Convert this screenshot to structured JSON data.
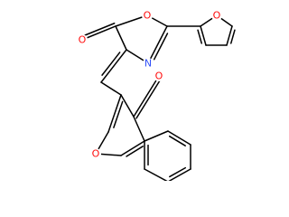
{
  "molecule": {
    "colors": {
      "bond": "#000000",
      "oxygen": "#ff0d0d",
      "nitrogen": "#3050f8",
      "background": "#ffffff"
    },
    "atom_labels": [
      {
        "id": "o-furan",
        "symbol": "O"
      },
      {
        "id": "o-carbonyl-oxazolone",
        "symbol": "O"
      },
      {
        "id": "o-oxazolone-ring",
        "symbol": "O"
      },
      {
        "id": "n-oxazolone-ring",
        "symbol": "N"
      },
      {
        "id": "o-carbonyl-chromone",
        "symbol": "O"
      },
      {
        "id": "o-chromone-ring",
        "symbol": "O"
      }
    ]
  }
}
